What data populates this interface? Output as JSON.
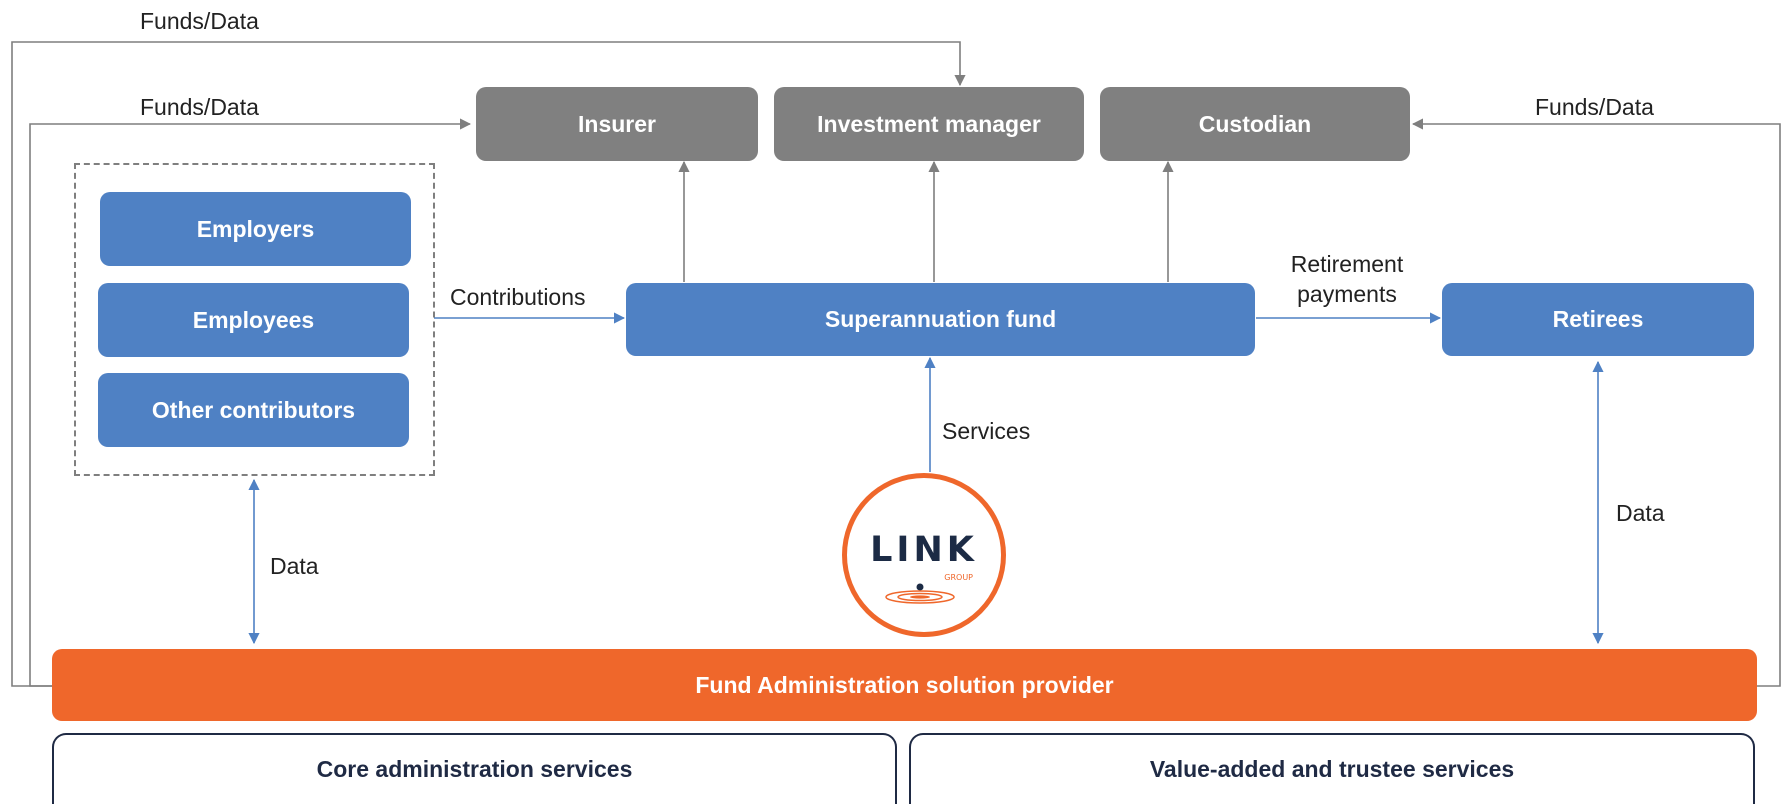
{
  "top_nodes": {
    "insurer": "Insurer",
    "investment_manager": "Investment manager",
    "custodian": "Custodian"
  },
  "contributors": {
    "employers": "Employers",
    "employees": "Employees",
    "other": "Other contributors"
  },
  "fund": "Superannuation fund",
  "retirees": "Retirees",
  "provider": "Fund Administration solution provider",
  "service_tabs": {
    "core": "Core administration services",
    "value_added": "Value-added and trustee services"
  },
  "labels": {
    "funds_data_top": "Funds/Data",
    "funds_data_left": "Funds/Data",
    "funds_data_right": "Funds/Data",
    "contributions": "Contributions",
    "retirement_line1": "Retirement",
    "retirement_line2": "payments",
    "services": "Services",
    "data_left": "Data",
    "data_right": "Data"
  },
  "logo": {
    "word": "LINK",
    "sub": "GROUP"
  },
  "colors": {
    "grey_box": "#808080",
    "blue_box": "#4f81c4",
    "orange_bar": "#ef672b",
    "connector_grey": "#7f7f7f",
    "connector_blue": "#4f81c4",
    "outline_navy": "#1f2a44"
  }
}
